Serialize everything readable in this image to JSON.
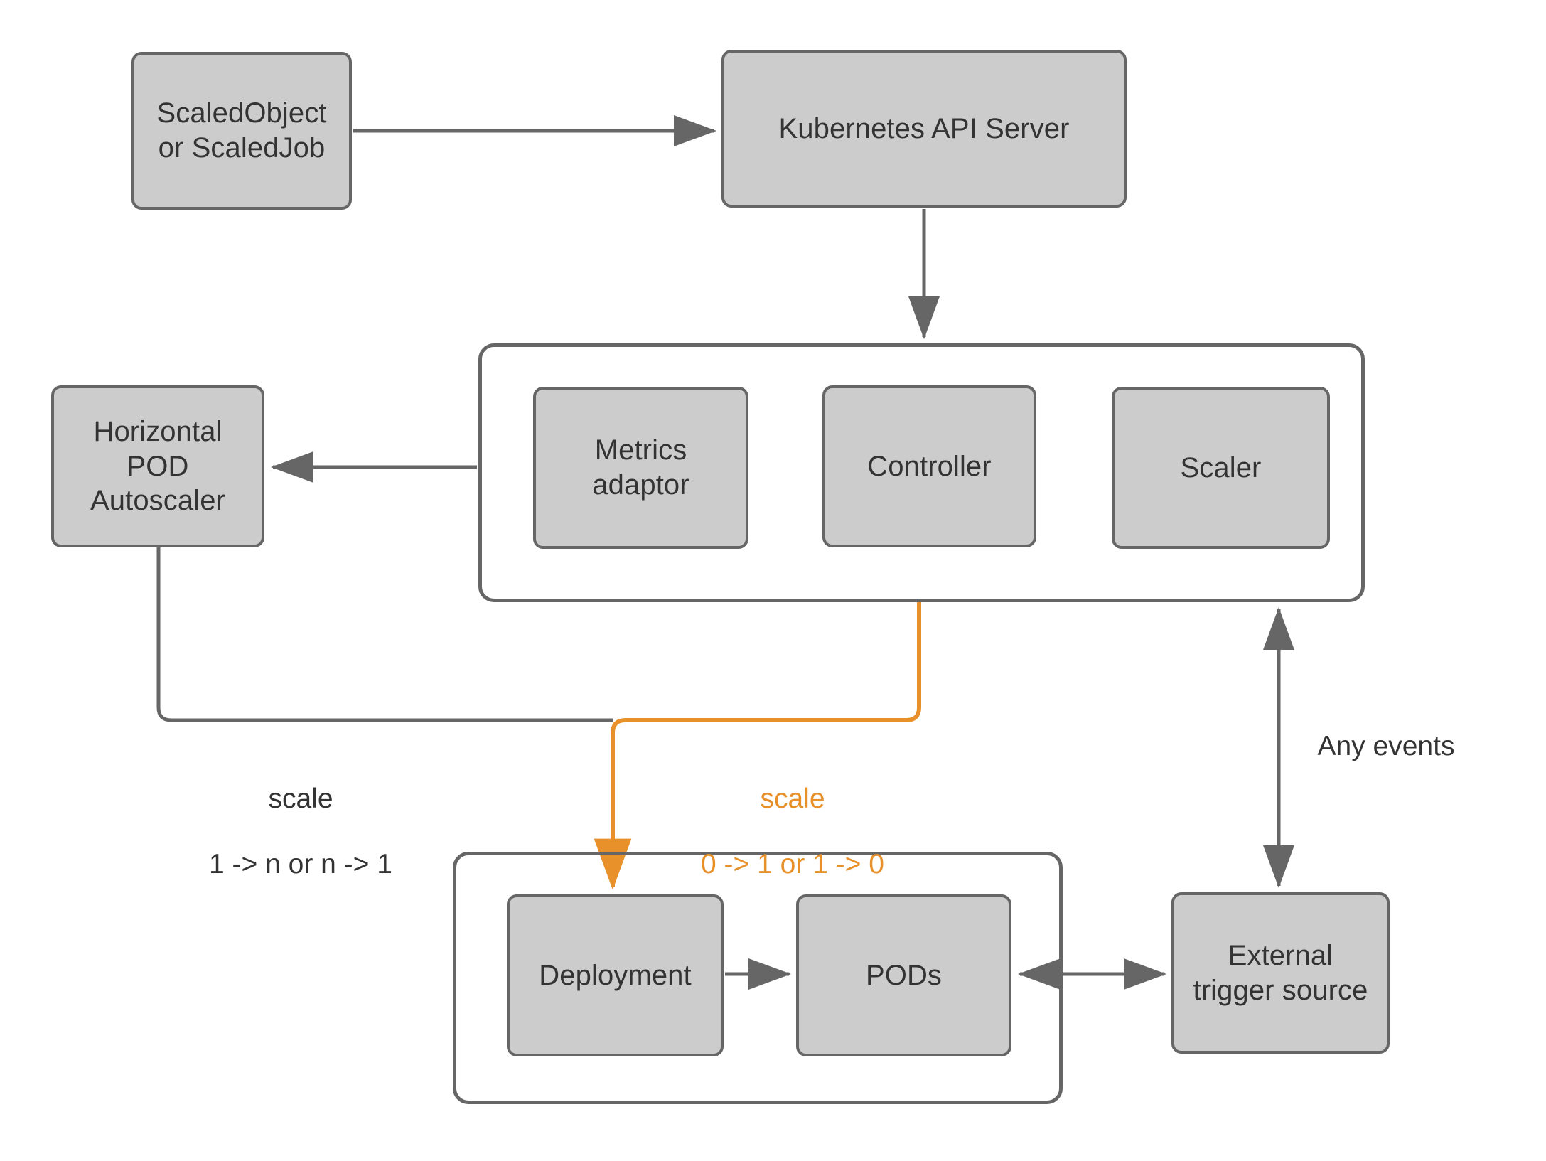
{
  "diagram": {
    "title": "KEDA autoscaling architecture",
    "colors": {
      "node_fill": "#cccccc",
      "node_stroke": "#666666",
      "text": "#333333",
      "accent_orange": "#e8902a",
      "background": "#ffffff"
    }
  },
  "nodes": {
    "scaled_object": {
      "label": "ScaledObject\nor ScaledJob"
    },
    "api_server": {
      "label": "Kubernetes API Server"
    },
    "hpa": {
      "label": "Horizontal\nPOD\nAutoscaler"
    },
    "metrics_adaptor": {
      "label": "Metrics\nadaptor"
    },
    "controller": {
      "label": "Controller"
    },
    "scaler": {
      "label": "Scaler"
    },
    "deployment": {
      "label": "Deployment"
    },
    "pods": {
      "label": "PODs"
    },
    "external_trigger": {
      "label": "External\ntrigger source"
    }
  },
  "groups": {
    "keda_operator": {
      "label": ""
    },
    "workload": {
      "label": ""
    }
  },
  "edge_labels": {
    "scale_hpa": {
      "line1": "scale",
      "line2": "1 -> n or n -> 1",
      "color": "#333333"
    },
    "scale_keda": {
      "line1": "scale",
      "line2": "0 -> 1 or 1 -> 0",
      "color": "#e8902a"
    },
    "any_events": {
      "text": "Any events",
      "color": "#333333"
    }
  },
  "edges": [
    {
      "name": "scaledobject-to-apiserver",
      "from": "scaled_object",
      "to": "api_server",
      "arrow": "single",
      "color": "#666666"
    },
    {
      "name": "apiserver-to-keda",
      "from": "api_server",
      "to": "keda_operator",
      "arrow": "single",
      "color": "#666666"
    },
    {
      "name": "keda-to-hpa",
      "from": "keda_operator",
      "to": "hpa",
      "arrow": "single",
      "color": "#666666"
    },
    {
      "name": "hpa-to-deployment-path",
      "from": "hpa",
      "to": "deployment",
      "arrow": "none",
      "color": "#666666",
      "label": "scale_hpa"
    },
    {
      "name": "keda-to-deployment",
      "from": "keda_operator",
      "to": "deployment",
      "arrow": "single",
      "color": "#e8902a",
      "label": "scale_keda"
    },
    {
      "name": "deployment-to-pods",
      "from": "deployment",
      "to": "pods",
      "arrow": "single",
      "color": "#666666"
    },
    {
      "name": "pods-to-external-trigger",
      "from": "pods",
      "to": "external_trigger",
      "arrow": "double",
      "color": "#666666"
    },
    {
      "name": "external-trigger-to-keda",
      "from": "external_trigger",
      "to": "keda_operator",
      "arrow": "double",
      "color": "#666666",
      "label": "any_events"
    }
  ]
}
